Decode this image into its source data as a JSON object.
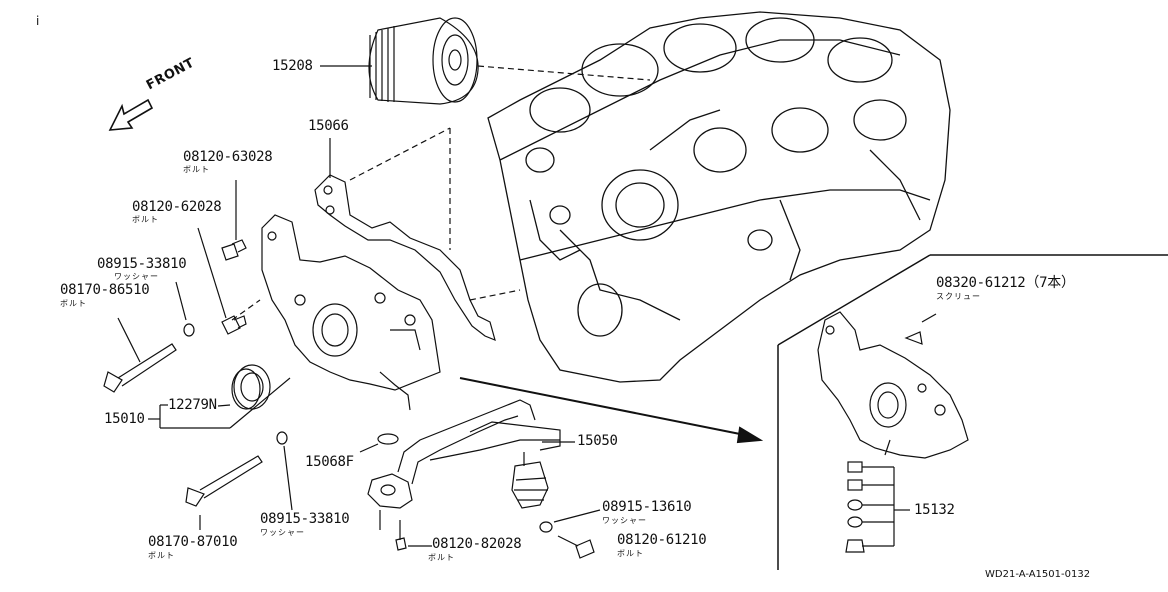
{
  "diagram": {
    "direction_label": "FRONT",
    "drawing_code": "WD21-A-A1501-0132",
    "corner_mark": "i",
    "parts": [
      {
        "number": "15208"
      },
      {
        "number": "15066"
      },
      {
        "number": "08120-63028",
        "note": "ボルト"
      },
      {
        "number": "08120-62028",
        "note": "ボルト"
      },
      {
        "number": "08915-33810",
        "note": "ワッシャー"
      },
      {
        "number": "08170-86510",
        "note": "ボルト"
      },
      {
        "number": "12279N"
      },
      {
        "number": "15010"
      },
      {
        "number": "15068F"
      },
      {
        "number": "15050"
      },
      {
        "number": "08915-33810",
        "note": "ワッシャー"
      },
      {
        "number": "08170-87010",
        "note": "ボルト"
      },
      {
        "number": "08120-82028",
        "note": "ボルト"
      },
      {
        "number": "08915-13610",
        "note": "ワッシャー"
      },
      {
        "number": "08120-61210",
        "note": "ボルト"
      },
      {
        "number": "08320-61212（7本）",
        "note": "スクリュー"
      },
      {
        "number": "15132"
      }
    ]
  }
}
